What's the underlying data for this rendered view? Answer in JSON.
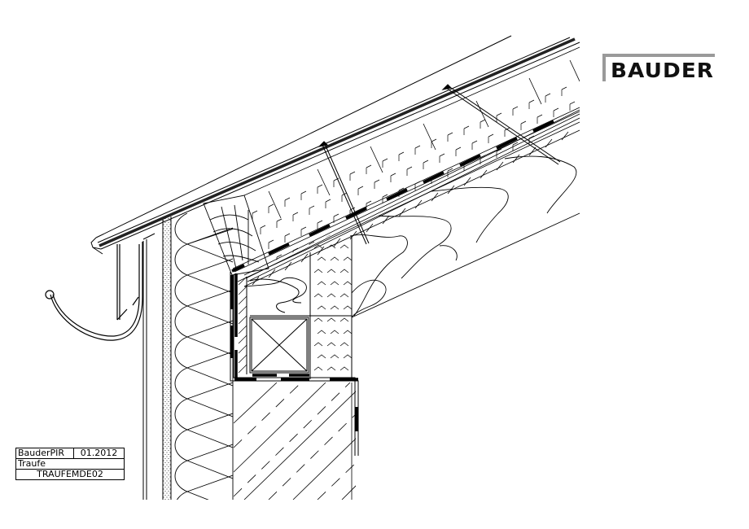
{
  "logo": {
    "text": "BAUDER",
    "accent_color": "#9a9a9a",
    "text_color": "#111111"
  },
  "title_block": {
    "product": "BauderPIR",
    "date": "01.2012",
    "detail_name": "Traufe",
    "drawing_code": "TRAUFEMDE02"
  },
  "drawing": {
    "type": "roof eave construction detail (section)",
    "line_color": "#000000",
    "background": "#ffffff",
    "components": [
      "roof covering membrane layers",
      "PIR insulation boards (sloped)",
      "timber rafter (wood grain)",
      "eave gutter (half-round) with hanger",
      "fascia board",
      "wall insulation (batt hatch)",
      "render/plaster layer (dotted)",
      "timber wall plate / beam (cross-section X)",
      "concrete/masonry wall (diagonal hatch)",
      "fasteners / screws",
      "vapour control layer"
    ]
  }
}
